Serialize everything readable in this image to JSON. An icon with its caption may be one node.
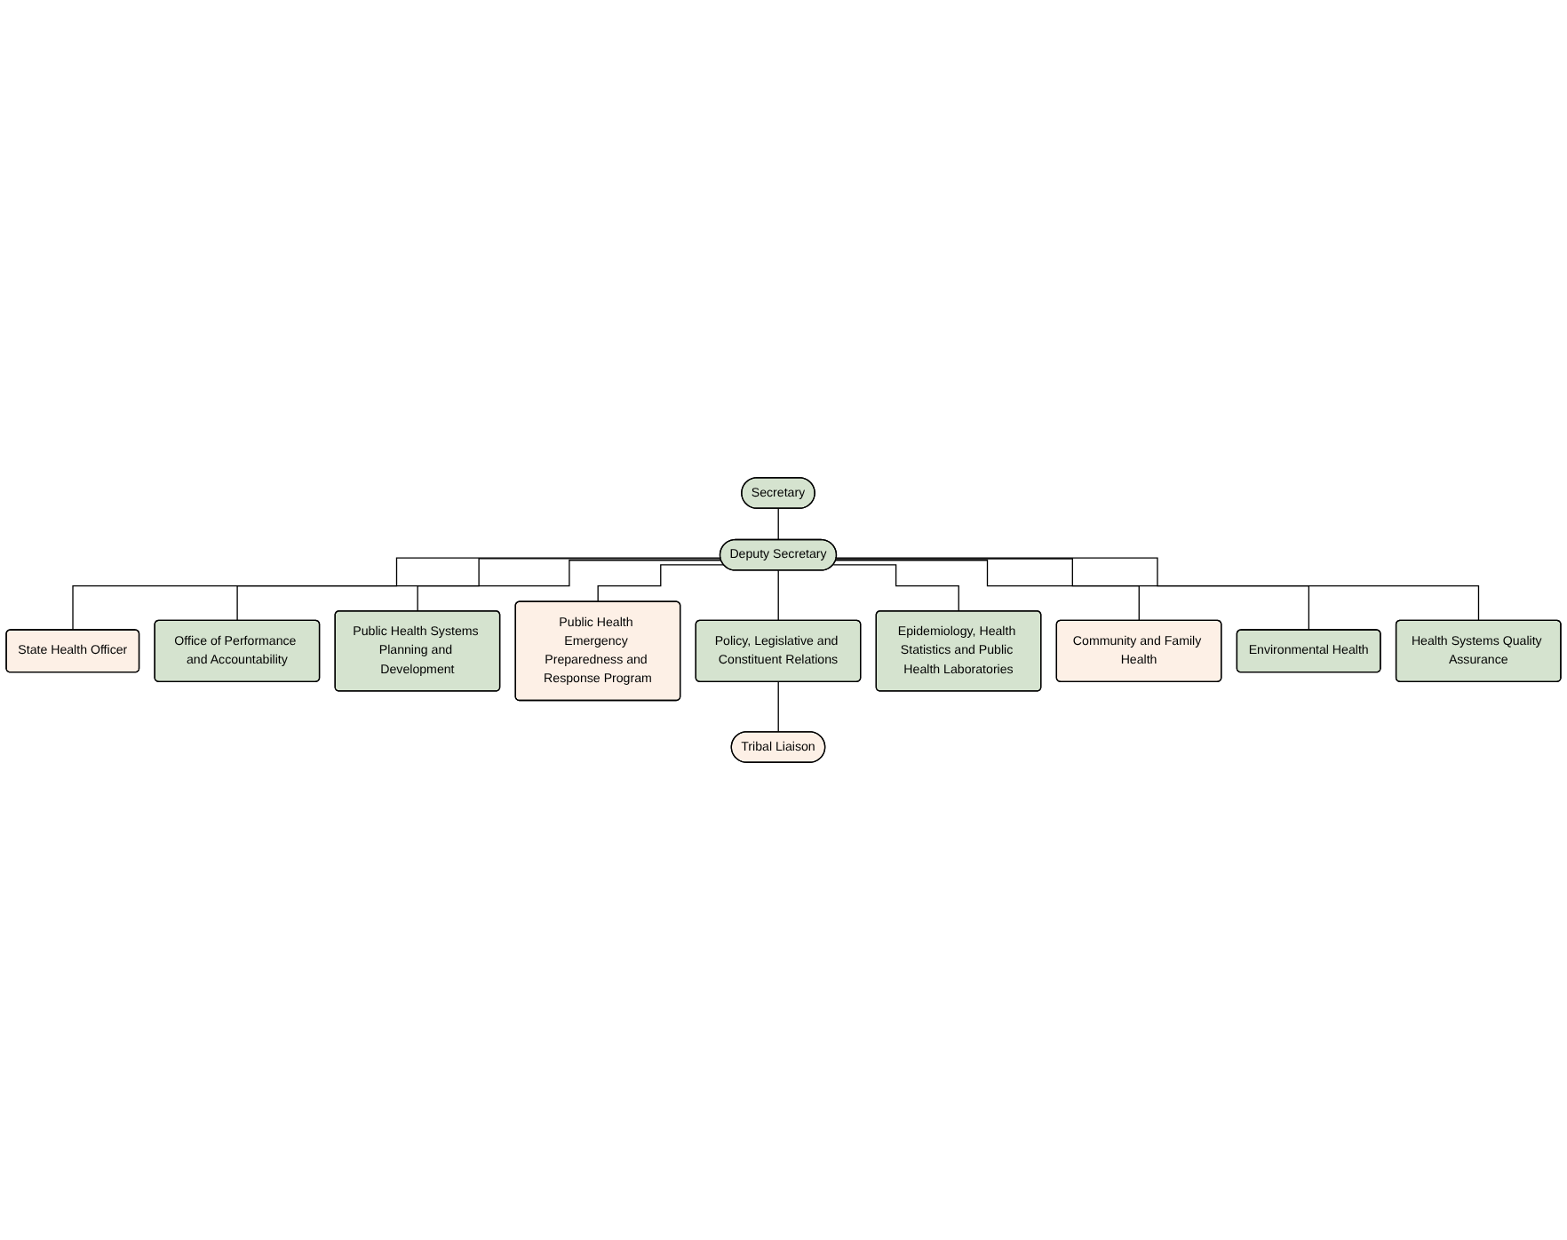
{
  "diagram": {
    "nodes": [
      {
        "text": [
          "Secretary"
        ]
      },
      {
        "text": [
          "Deputy Secretary"
        ]
      },
      {
        "text": [
          "State Health Officer"
        ]
      },
      {
        "text": [
          "Office of Performance and Accountability"
        ]
      },
      {
        "text": [
          "Public Health Systems Planning and Development"
        ]
      },
      {
        "text": [
          "Public Health Emergency Preparedness and Response Program"
        ]
      },
      {
        "text": [
          "Policy, Legislative and Constituent Relations"
        ]
      },
      {
        "text": [
          "Epidemiology, Health Statistics and Public Health Laboratories"
        ]
      },
      {
        "text": [
          "Tribal Liaison"
        ]
      },
      {
        "text": [
          "Community and Family Health"
        ]
      },
      {
        "text": [
          "Environmental Health"
        ]
      },
      {
        "text": [
          "Health Systems Quality Assurance"
        ]
      }
    ],
    "edges": [
      {
        "from": 0,
        "to": 1,
        "arrow": "none"
      },
      {
        "from": 1,
        "to": 2,
        "arrow": "none"
      },
      {
        "from": 1,
        "to": 3,
        "arrow": "none"
      },
      {
        "from": 1,
        "to": 4,
        "arrow": "none"
      },
      {
        "from": 1,
        "to": 5,
        "arrow": "none"
      },
      {
        "from": 1,
        "to": 6,
        "arrow": "none"
      },
      {
        "from": 1,
        "to": 7,
        "arrow": "none"
      },
      {
        "from": 6,
        "to": 8,
        "arrow": "none"
      },
      {
        "from": 1,
        "to": 9,
        "arrow": "none"
      },
      {
        "from": 1,
        "to": 10,
        "arrow": "none"
      },
      {
        "from": 1,
        "to": 11,
        "arrow": "none"
      }
    ]
  }
}
